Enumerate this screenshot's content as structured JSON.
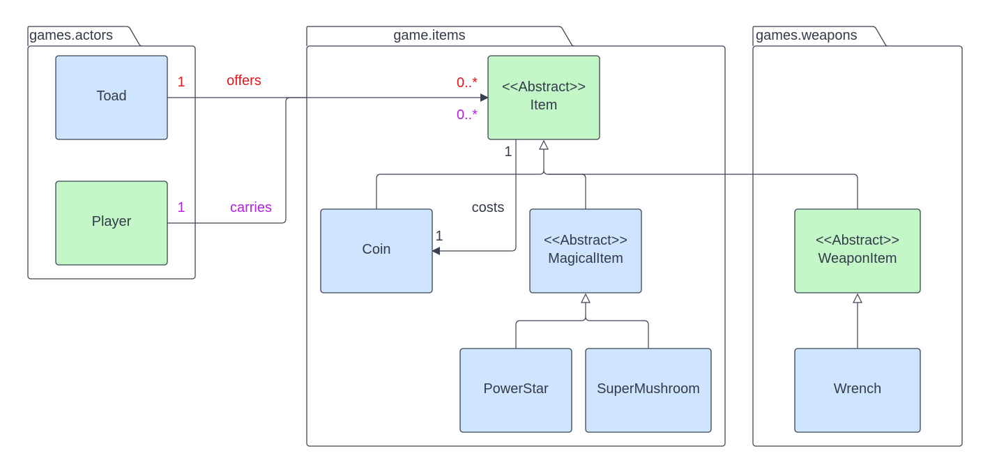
{
  "colors": {
    "blue_fill": "#cfe4ff",
    "green_fill": "#c3f7c8",
    "stroke": "#3a4150",
    "line": "#3a4150",
    "red": "#e0181b",
    "purple": "#b620e0",
    "text": "#333a48"
  },
  "packages": {
    "actors": "games.actors",
    "items": "game.items",
    "weapons": "games.weapons"
  },
  "classes": {
    "toad": {
      "name": "Toad"
    },
    "player": {
      "name": "Player"
    },
    "item": {
      "stereotype": "<<Abstract>>",
      "name": "Item"
    },
    "coin": {
      "name": "Coin"
    },
    "magical_item": {
      "stereotype": "<<Abstract>>",
      "name": "MagicalItem"
    },
    "power_star": {
      "name": "PowerStar"
    },
    "super_mushroom": {
      "name": "SuperMushroom"
    },
    "weapon_item": {
      "stereotype": "<<Abstract>>",
      "name": "WeaponItem"
    },
    "wrench": {
      "name": "Wrench"
    }
  },
  "associations": {
    "offers": {
      "label": "offers",
      "source_multiplicity": "1",
      "target_multiplicity": "0..*"
    },
    "carries": {
      "label": "carries",
      "source_multiplicity": "1",
      "target_multiplicity": "0..*"
    },
    "costs": {
      "label": "costs",
      "source_multiplicity": "1",
      "target_multiplicity": "1"
    }
  }
}
